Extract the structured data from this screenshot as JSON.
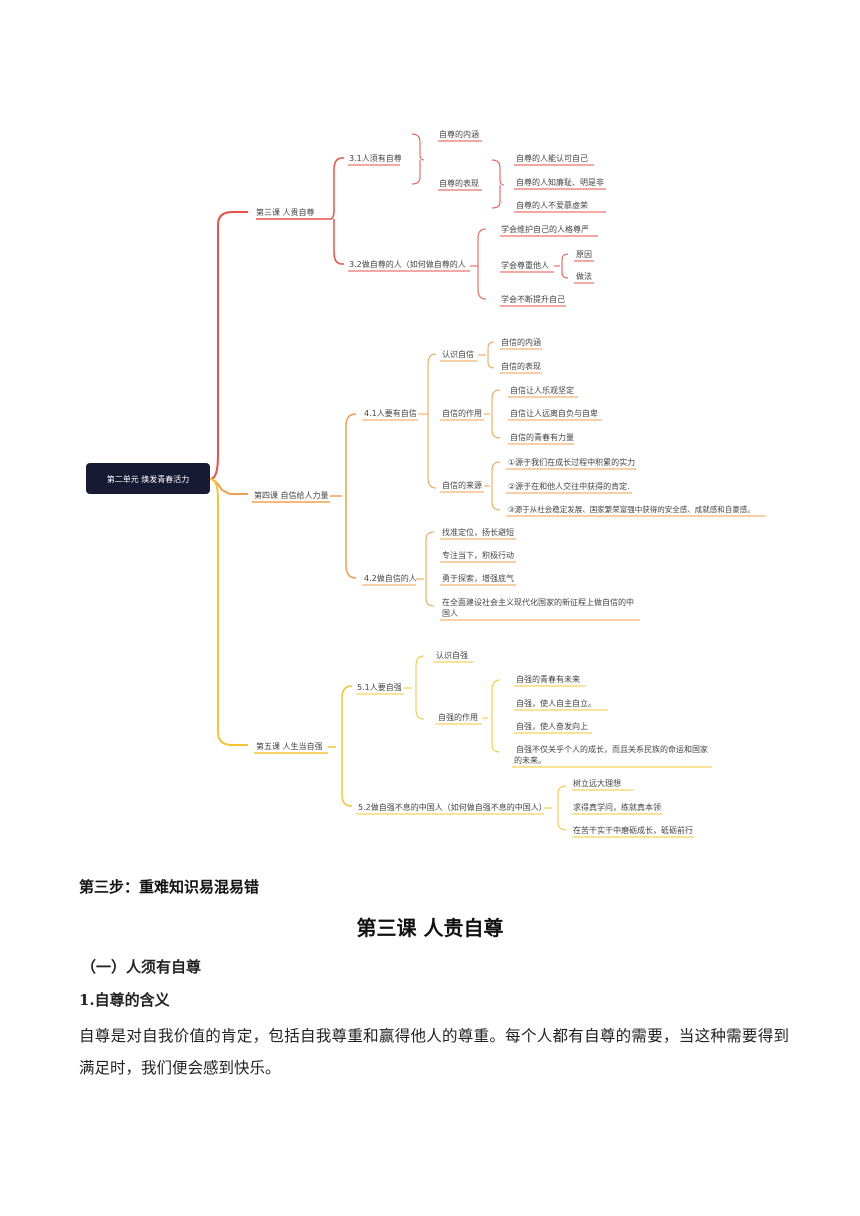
{
  "mindmap": {
    "root": "第二单元 焕发青春活力",
    "colors": {
      "red": "#e8514a",
      "orange": "#f0a04b",
      "yellow": "#f5c431",
      "root_bg": "#161a33"
    },
    "lesson3": {
      "label": "第三课 人贵自尊",
      "s31": {
        "label": "3.1人须有自尊",
        "a": "自尊的内涵",
        "b": "自尊的表现",
        "b1": "自尊的人能认可自己",
        "b2": "自尊的人知廉耻、明是非",
        "b3": "自尊的人不爱慕虚荣"
      },
      "s32": {
        "label": "3.2做自尊的人（如何做自尊的人",
        "a": "学会维护自己的人格尊严",
        "b": "学会尊重他人",
        "b1": "原因",
        "b2": "做法",
        "c": "学会不断提升自己"
      }
    },
    "lesson4": {
      "label": "第四课 自信给人力量",
      "s41": {
        "label": "4.1人要有自信",
        "a": "认识自信",
        "a1": "自信的内涵",
        "a2": "自信的表现",
        "b": "自信的作用",
        "b1": "自信让人乐观坚定",
        "b2": "自信让人远离自负与自卑",
        "b3": "自信的青春有力量",
        "c": "自信的来源",
        "c1": "①源于我们在成长过程中积累的实力",
        "c2": "②源于在和他人交往中获得的肯定.",
        "c3": "③源于从社会稳定发展、国家繁荣富强中获得的安全感、成就感和自豪感。"
      },
      "s42": {
        "label": "4.2做自信的人",
        "a": "找准定位，扬长避短",
        "b": "专注当下，积极行动",
        "c": "勇于探索，增强底气",
        "d1": "在全面建设社会主义现代化国家的新征程上做自信的中",
        "d2": "国人"
      }
    },
    "lesson5": {
      "label": "第五课 人生当自强",
      "s51": {
        "label": "5.1人要自强",
        "a": "认识自强",
        "b": "自强的作用",
        "b1": "自强的青春有未来",
        "b2": "自强，使人自主自立。",
        "b3": "自强，使人奋发向上",
        "b4a": "自强不仅关乎个人的成长，而且关系民族的命运和国家",
        "b4b": "的未来。"
      },
      "s52": {
        "label": "5.2做自强不息的中国人（如何做自强不息的中国人）",
        "a": "树立远大理想",
        "b": "求得真学问，练就真本领",
        "c": "在苦干实干中磨砺成长，砥砺前行"
      }
    }
  },
  "doc": {
    "step": "第三步：重难知识易混易错",
    "lesson_title": "第三课  人贵自尊",
    "section": "（一）人须有自尊",
    "subsection": "1.自尊的含义",
    "paragraph": "自尊是对自我价值的肯定，包括自我尊重和赢得他人的尊重。每个人都有自尊的需要，当这种需要得到满足时，我们便会感到快乐。"
  }
}
